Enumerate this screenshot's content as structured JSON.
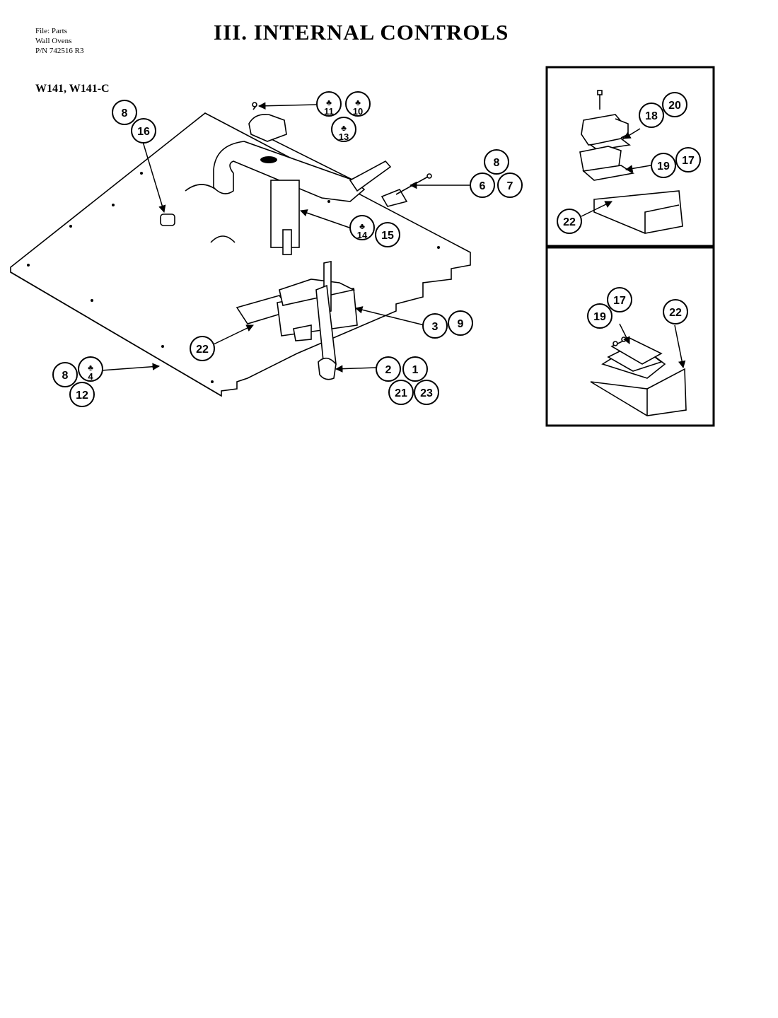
{
  "header": {
    "file_lines": [
      "File: Parts",
      "Wall Ovens",
      "P/N 742516 R3"
    ],
    "title": "III.  INTERNAL CONTROLS",
    "model": "W141, W141-C"
  },
  "callouts": [
    {
      "id": "c8a",
      "label": "8"
    },
    {
      "id": "c16",
      "label": "16"
    },
    {
      "id": "c11",
      "label": "11",
      "marked": true
    },
    {
      "id": "c10",
      "label": "10",
      "marked": true
    },
    {
      "id": "c13",
      "label": "13",
      "marked": true
    },
    {
      "id": "c8b",
      "label": "8"
    },
    {
      "id": "c6",
      "label": "6"
    },
    {
      "id": "c7",
      "label": "7"
    },
    {
      "id": "c14",
      "label": "14",
      "marked": true
    },
    {
      "id": "c15",
      "label": "15"
    },
    {
      "id": "c3",
      "label": "3"
    },
    {
      "id": "c9",
      "label": "9"
    },
    {
      "id": "c22a",
      "label": "22"
    },
    {
      "id": "c8c",
      "label": "8"
    },
    {
      "id": "c4",
      "label": "4",
      "marked": true
    },
    {
      "id": "c12",
      "label": "12"
    },
    {
      "id": "c2",
      "label": "2"
    },
    {
      "id": "c1",
      "label": "1"
    },
    {
      "id": "c21",
      "label": "21"
    },
    {
      "id": "c23",
      "label": "23"
    },
    {
      "id": "c20",
      "label": "20"
    },
    {
      "id": "c18",
      "label": "18"
    },
    {
      "id": "c19a",
      "label": "19"
    },
    {
      "id": "c17a",
      "label": "17"
    },
    {
      "id": "c22b",
      "label": "22"
    },
    {
      "id": "c17b",
      "label": "17"
    },
    {
      "id": "c19b",
      "label": "19"
    },
    {
      "id": "c22c",
      "label": "22"
    }
  ]
}
